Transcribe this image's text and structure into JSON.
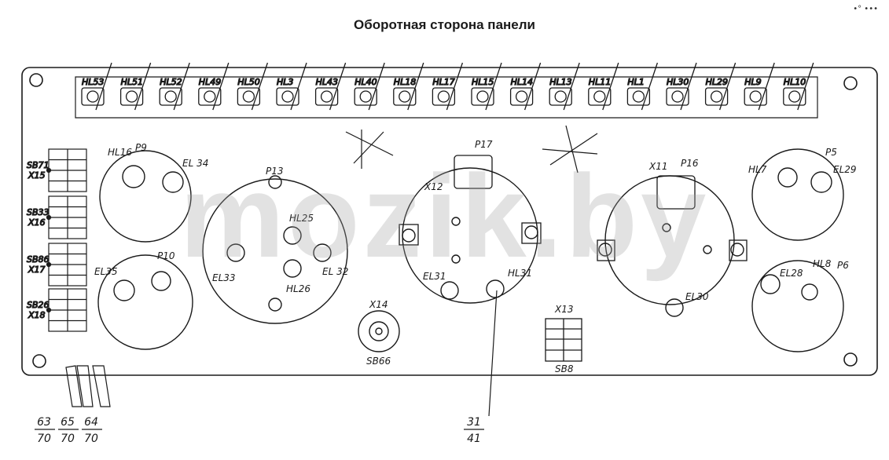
{
  "title": "Оборотная сторона панели",
  "corner_mark": "•° •••",
  "watermark": "mozik.by",
  "lamps_top": [
    "HL53",
    "HL51",
    "HL52",
    "HL49",
    "HL50",
    "HL3",
    "HL43",
    "HL40",
    "HL18",
    "HL17",
    "HL15",
    "HL14",
    "HL13",
    "HL11",
    "HL1",
    "HL30",
    "HL29",
    "HL9",
    "HL10"
  ],
  "left_connectors": [
    {
      "sb": "SB71",
      "x": "X15"
    },
    {
      "sb": "SB33",
      "x": "X16"
    },
    {
      "sb": "SB86",
      "x": "X17"
    },
    {
      "sb": "SB26",
      "x": "X18"
    }
  ],
  "labels": {
    "hl16": "HL16",
    "p9": "P9",
    "el34": "EL 34",
    "p10": "P10",
    "el35": "EL35",
    "p13": "P13",
    "hl25": "HL25",
    "el33": "EL33",
    "el32": "EL 32",
    "hl26": "HL26",
    "x14": "X14",
    "sb66": "SB66",
    "p17": "P17",
    "x12": "X12",
    "el31": "EL31",
    "hl31": "HL31",
    "x13": "X13",
    "sb8": "SB8",
    "x11": "X11",
    "p16": "P16",
    "el30": "EL30",
    "hl7": "HL7",
    "p5": "P5",
    "el29": "EL29",
    "hl8": "HL8",
    "p6": "P6",
    "el28": "EL28"
  },
  "fractions": [
    {
      "num": "63",
      "den": "70"
    },
    {
      "num": "65",
      "den": "70"
    },
    {
      "num": "64",
      "den": "70"
    }
  ],
  "callout": {
    "num": "31",
    "den": "41"
  }
}
